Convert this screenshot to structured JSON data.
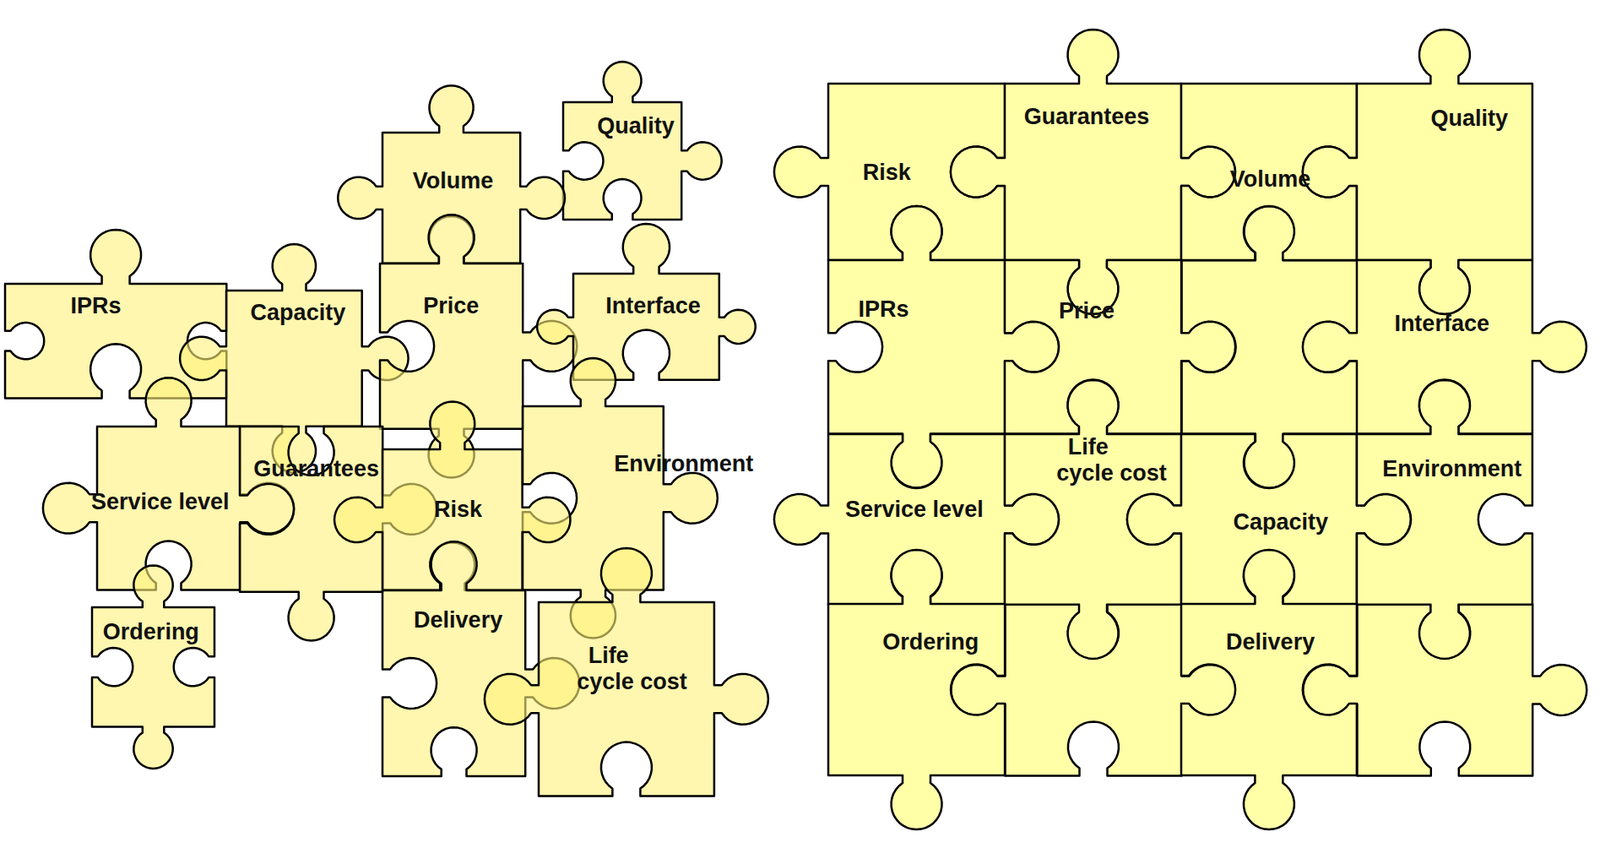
{
  "diagram": {
    "nodes": [
      {
        "text": [
          "Quality"
        ]
      },
      {
        "text": [
          "Volume"
        ]
      },
      {
        "text": [
          "IPRs"
        ]
      },
      {
        "text": [
          "Capacity"
        ]
      },
      {
        "text": [
          "Price"
        ]
      },
      {
        "text": [
          "Interface"
        ]
      },
      {
        "text": [
          "Service level"
        ]
      },
      {
        "text": [
          "Guarantees"
        ]
      },
      {
        "text": [
          "Environment"
        ]
      },
      {
        "text": [
          "Risk"
        ]
      },
      {
        "text": [
          "Delivery"
        ]
      },
      {
        "text": [
          "Ordering"
        ]
      },
      {
        "text": [
          "Life cycle cost"
        ]
      },
      {
        "text": [
          "Risk"
        ]
      },
      {
        "text": [
          "Guarantees"
        ]
      },
      {
        "text": [
          "Volume"
        ]
      },
      {
        "text": [
          "Quality"
        ]
      },
      {
        "text": [
          "IPRs"
        ]
      },
      {
        "text": [
          "Price"
        ]
      },
      {
        "text": [
          "Interface"
        ]
      },
      {
        "text": [
          "Service level"
        ]
      },
      {
        "text": [
          "Life cycle cost"
        ]
      },
      {
        "text": [
          "Capacity"
        ]
      },
      {
        "text": [
          "Environment"
        ]
      },
      {
        "text": [
          "Ordering"
        ]
      },
      {
        "text": [
          "Delivery"
        ]
      }
    ]
  }
}
